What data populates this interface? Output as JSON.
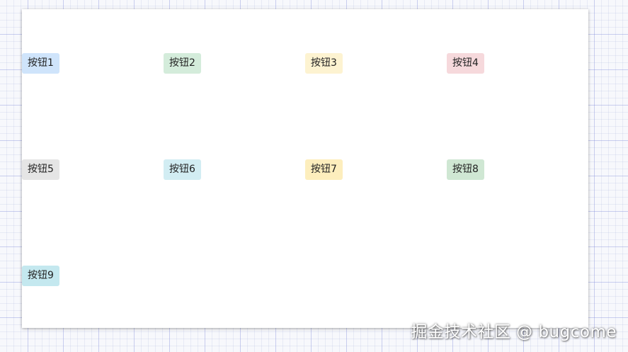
{
  "buttons": [
    {
      "label": "按钮1",
      "color": "#cfe4fb"
    },
    {
      "label": "按钮2",
      "color": "#d4ecdb"
    },
    {
      "label": "按钮3",
      "color": "#fdf3d1"
    },
    {
      "label": "按钮4",
      "color": "#f6d9dc"
    },
    {
      "label": "按钮5",
      "color": "#e5e5e5"
    },
    {
      "label": "按钮6",
      "color": "#d2edf3"
    },
    {
      "label": "按钮7",
      "color": "#fdeebd"
    },
    {
      "label": "按钮8",
      "color": "#cfe7d3"
    },
    {
      "label": "按钮9",
      "color": "#c4e8ef"
    }
  ],
  "watermark": "掘金技术社区 @ bugcome"
}
